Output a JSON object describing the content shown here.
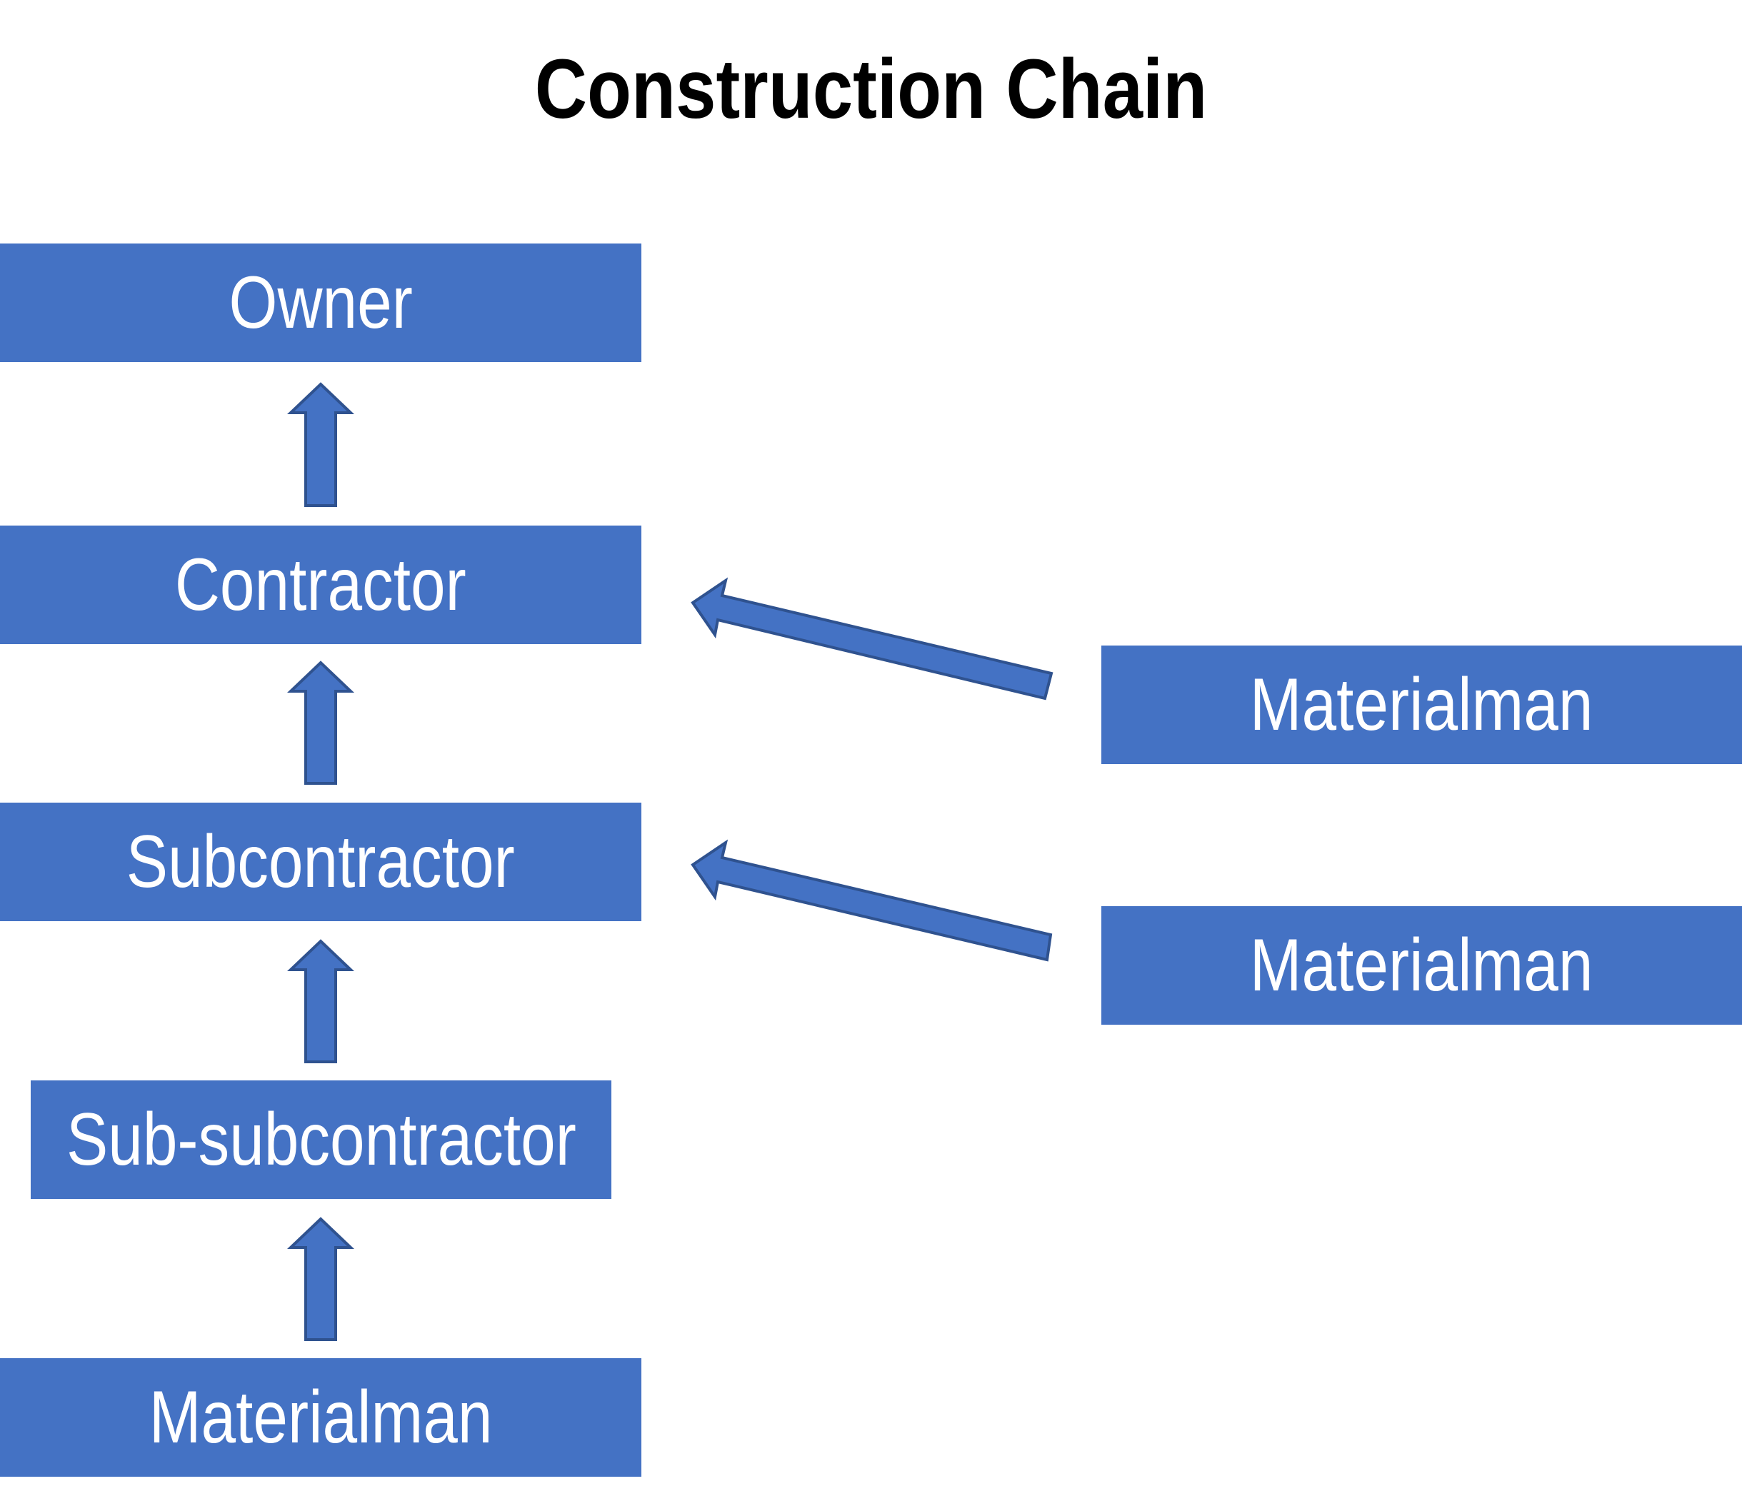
{
  "diagram": {
    "title": "Construction Chain",
    "nodes": {
      "owner": "Owner",
      "contractor": "Contractor",
      "subcontractor": "Subcontractor",
      "sub_subcontractor": "Sub-subcontractor",
      "materialman_bottom": "Materialman",
      "materialman_right_top": "Materialman",
      "materialman_right_bottom": "Materialman"
    },
    "edges": [
      {
        "from": "contractor",
        "to": "owner"
      },
      {
        "from": "subcontractor",
        "to": "contractor"
      },
      {
        "from": "sub_subcontractor",
        "to": "subcontractor"
      },
      {
        "from": "materialman_bottom",
        "to": "sub_subcontractor"
      },
      {
        "from": "materialman_right_top",
        "to": "contractor"
      },
      {
        "from": "materialman_right_bottom",
        "to": "subcontractor"
      }
    ],
    "colors": {
      "box_fill": "#4472c4",
      "arrow_outline": "#2f528f",
      "box_text": "#ffffff",
      "title_text": "#000000"
    }
  }
}
